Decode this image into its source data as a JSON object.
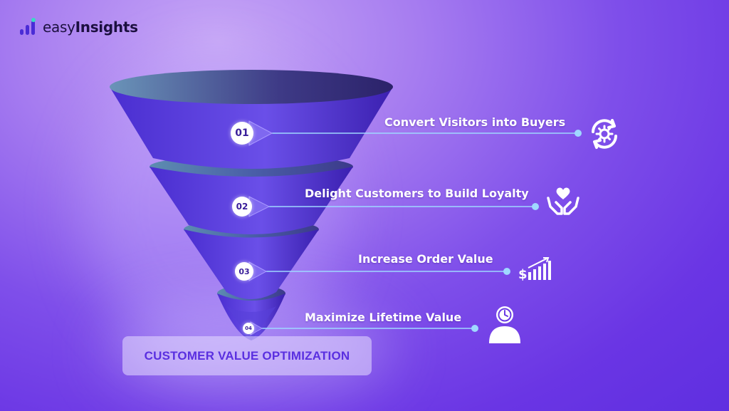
{
  "brand": {
    "name_light": "easy",
    "name_bold": "Insights"
  },
  "steps": [
    {
      "number": "01",
      "label": "Convert Visitors into Buyers",
      "icon": "refresh-gear-icon"
    },
    {
      "number": "02",
      "label": "Delight Customers to Build Loyalty",
      "icon": "heart-hands-icon"
    },
    {
      "number": "03",
      "label": "Increase Order Value",
      "icon": "dollar-growth-bars-icon"
    },
    {
      "number": "04",
      "label": "Maximize Lifetime Value",
      "icon": "person-clock-icon"
    }
  ],
  "bottom_label": "CUSTOMER VALUE OPTIMIZATION",
  "colors": {
    "funnel_top": "#6a4fd8",
    "funnel_bottom": "#3a1f9a",
    "rim": "#5f8fae",
    "connector": "#9fd8ff",
    "label_text": "#ffffff",
    "bottom_text": "#5a2fe0"
  }
}
